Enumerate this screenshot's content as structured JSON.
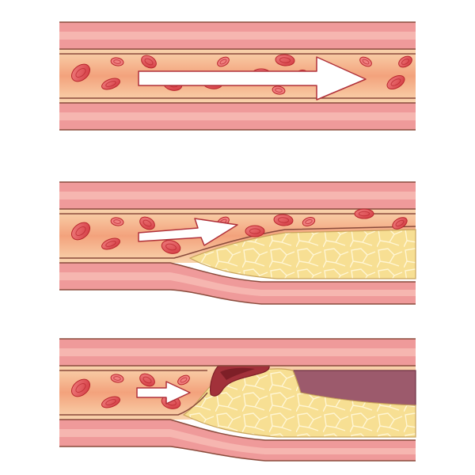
{
  "figure": {
    "panels": [
      {
        "id": "normal",
        "flow": "full"
      },
      {
        "id": "plaque",
        "flow": "reduced"
      },
      {
        "id": "rupture-clot",
        "flow": "minimal"
      }
    ]
  },
  "colors": {
    "background": "#ffffff",
    "outer_wall": "#ef9a9a",
    "wall_stripe": "#f6b6b0",
    "wall_outline": "#8a4b3c",
    "lumen_top": "#f6c49a",
    "lumen_mid": "#f3a27c",
    "blood_cell": "#e2454b",
    "blood_cell_dark": "#b8262d",
    "blood_cell_light": "#f07f7f",
    "plaque": "#f7df93",
    "plaque_vein": "#fff6d4",
    "plaque_outline": "#c9a45c",
    "clot_dark": "#7e1f27",
    "clot_red": "#a2313a",
    "thrombus_purple": "#9c5a6c",
    "arrow_fill": "#ffffff",
    "arrow_outline": "#b0313a"
  }
}
